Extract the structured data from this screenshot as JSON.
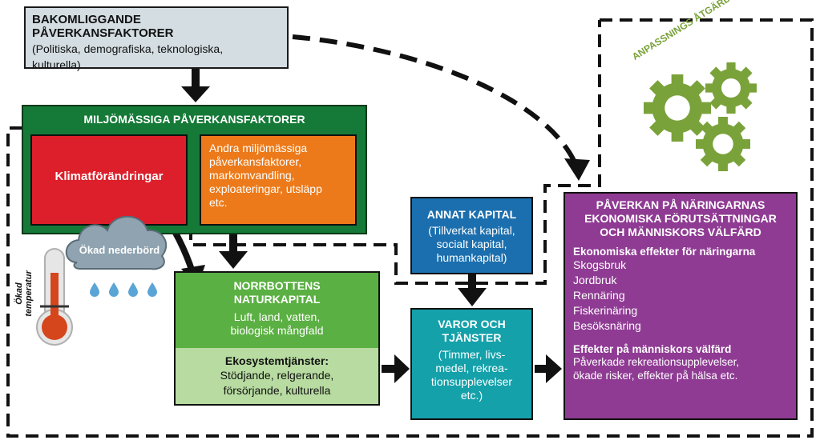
{
  "top_box": {
    "title": "BAKOMLIGGANDE PÅVERKANSFAKTORER",
    "subtitle_line1": "(Politiska, demografiska, teknologiska,",
    "subtitle_line2": "kulturella)"
  },
  "env_box": {
    "title": "MILJÖMÄSSIGA PÅVERKANSFAKTORER",
    "klimat": "Klimatförändringar",
    "andra_lines": [
      "Andra miljömässiga",
      "påverkansfaktorer,",
      "markomvandling,",
      "exploateringar, utsläpp",
      "etc."
    ]
  },
  "climate_icons": {
    "cloud_label": "Ökad nederbörd",
    "thermo_label": "Ökad temperatur"
  },
  "natur_box": {
    "title_line1": "NORRBOTTENS",
    "title_line2": "NATURKAPITAL",
    "sub_line1": "Luft, land, vatten,",
    "sub_line2": "biologisk mångfald",
    "eko_title": "Ekosystemtjänster:",
    "eko_line1": "Stödjande, relgerande,",
    "eko_line2": "försörjande, kulturella"
  },
  "annat_box": {
    "title": "ANNAT KAPITAL",
    "lines": [
      "(Tillverkat kapital,",
      "socialt kapital,",
      "humankapital)"
    ]
  },
  "varor_box": {
    "title_line1": "VAROR OCH",
    "title_line2": "TJÄNSTER",
    "lines": [
      "(Timmer, livs-",
      "medel, rekrea-",
      "tionsupplevelser",
      "etc.)"
    ]
  },
  "pav_box": {
    "title_lines": [
      "PÅVERKAN PÅ NÄRINGARNAS",
      "EKONOMISKA FÖRUTSÄTTNINGAR",
      "OCH MÄNNISKORS VÄLFÄRD"
    ],
    "econ_heading": "Ekonomiska effekter för näringarna",
    "econ_items": [
      "Skogsbruk",
      "Jordbruk",
      "Rennäring",
      "Fiskerinäring",
      "Besöksnäring"
    ],
    "welfare_heading": "Effekter på människors välfärd",
    "welfare_lines": [
      "Påverkade rekreationsupplevelser,",
      "ökade risker, effekter på hälsa etc."
    ]
  },
  "gears": {
    "label": "ANPASSNINGS ÅTGÄRDER"
  },
  "colors": {
    "top": "#d3dde2",
    "env": "#157a37",
    "klimat": "#dc1f2a",
    "andra": "#ec7a1a",
    "natur": "#5bb043",
    "eko": "#b7dba0",
    "annat": "#1b6fae",
    "varor": "#14a1aa",
    "pav": "#8f3b93",
    "gear": "#7aa23a"
  }
}
